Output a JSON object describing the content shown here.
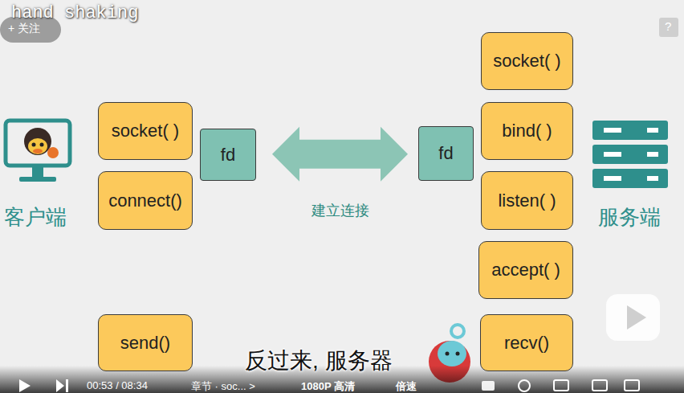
{
  "diagram": {
    "nodes": [
      {
        "text": [
          "socket( )"
        ]
      },
      {
        "text": [
          "connect()"
        ]
      },
      {
        "text": [
          "send()"
        ]
      },
      {
        "text": [
          "fd"
        ]
      },
      {
        "text": [
          "fd"
        ]
      },
      {
        "text": [
          "socket( )"
        ]
      },
      {
        "text": [
          "bind( )"
        ]
      },
      {
        "text": [
          "listen( )"
        ]
      },
      {
        "text": [
          "accept( )"
        ]
      },
      {
        "text": [
          "recv()"
        ]
      }
    ],
    "edges": [
      {
        "from": 3,
        "to": 4,
        "label": "建立连接",
        "arrow": "both"
      }
    ],
    "labels": [
      "hand shaking",
      "+ 关注",
      "?",
      "客户端",
      "服务端",
      "反过来, 服务器",
      "00:53 / 08:34",
      "章节 · soc... >",
      "1080P 高清",
      "倍速"
    ]
  }
}
